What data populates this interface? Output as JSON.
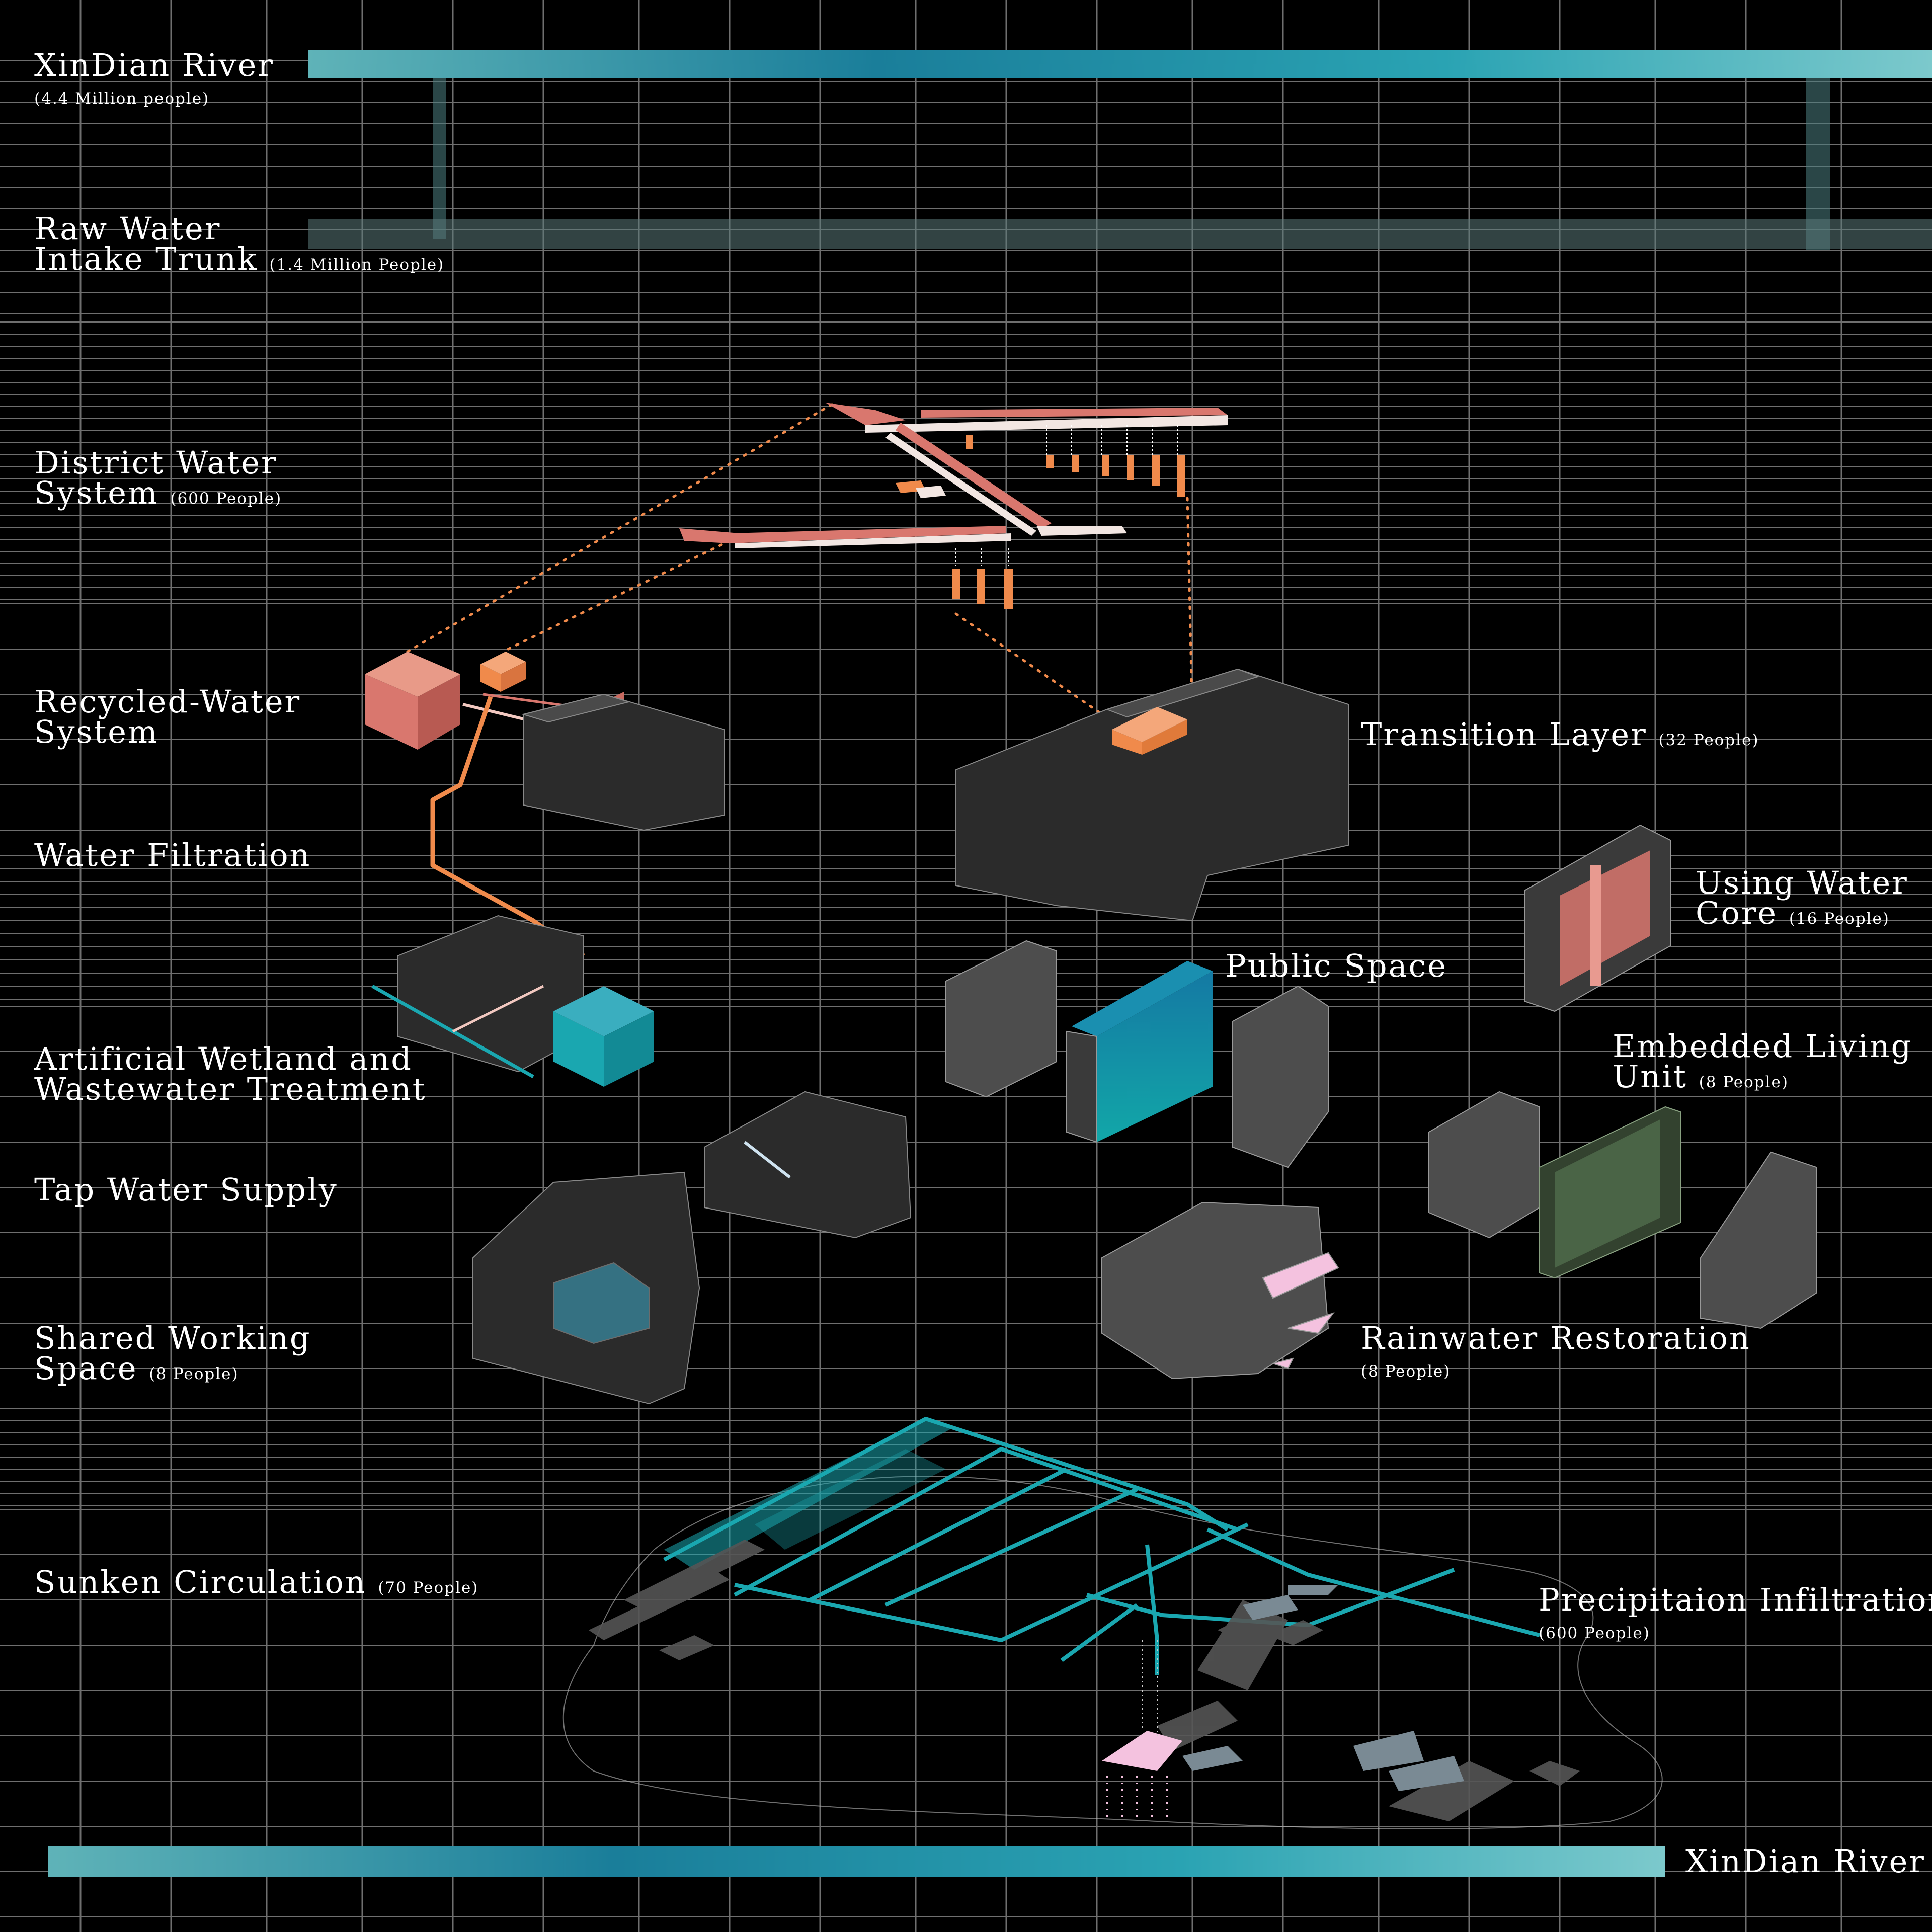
{
  "colors": {
    "background": "#000000",
    "grid": "#6f6f6f",
    "river": "#2aa3b3",
    "river_dark": "#1a6f8a",
    "salmon": "#e07a6a",
    "orange": "#f08a4b",
    "teal": "#1aa7b0",
    "blue": "#1479a3",
    "pink": "#f4c2df",
    "olive": "#4f6a4a",
    "building": "#3a3a3a",
    "building_light": "#5c5c5c"
  },
  "labels": {
    "xindian_river_top": {
      "title": "XinDian River",
      "note": "(4.4 Million people)"
    },
    "raw_water": {
      "line1": "Raw Water",
      "line2": "Intake Trunk",
      "note": "(1.4 Million People)"
    },
    "district_water": {
      "line1": "District Water",
      "line2": "System",
      "note": "(600 People)"
    },
    "recycled_water": {
      "line1": "Recycled-Water",
      "line2": "System"
    },
    "water_filtration": {
      "title": "Water Filtration"
    },
    "wetland": {
      "line1": "Artificial Wetland and",
      "line2": "Wastewater Treatment"
    },
    "tap_water": {
      "title": "Tap Water Supply"
    },
    "shared_working": {
      "line1": "Shared Working",
      "line2": "Space",
      "note": "(8 People)"
    },
    "sunken": {
      "title": "Sunken Circulation",
      "note": "(70 People)"
    },
    "transition": {
      "title": "Transition Layer",
      "note": "(32 People)"
    },
    "using_water": {
      "line1": "Using Water",
      "line2": "Core",
      "note": "(16 People)"
    },
    "public_space": {
      "title": "Public Space"
    },
    "embedded": {
      "line1": "Embedded Living",
      "line2": "Unit",
      "note": "(8 People)"
    },
    "rainwater": {
      "title": "Rainwater Restoration",
      "note": "(8 People)"
    },
    "precipitation": {
      "title": "Precipitaion Infiltration",
      "note": "(600 People)"
    },
    "xindian_river_bottom": {
      "title": "XinDian River"
    }
  }
}
